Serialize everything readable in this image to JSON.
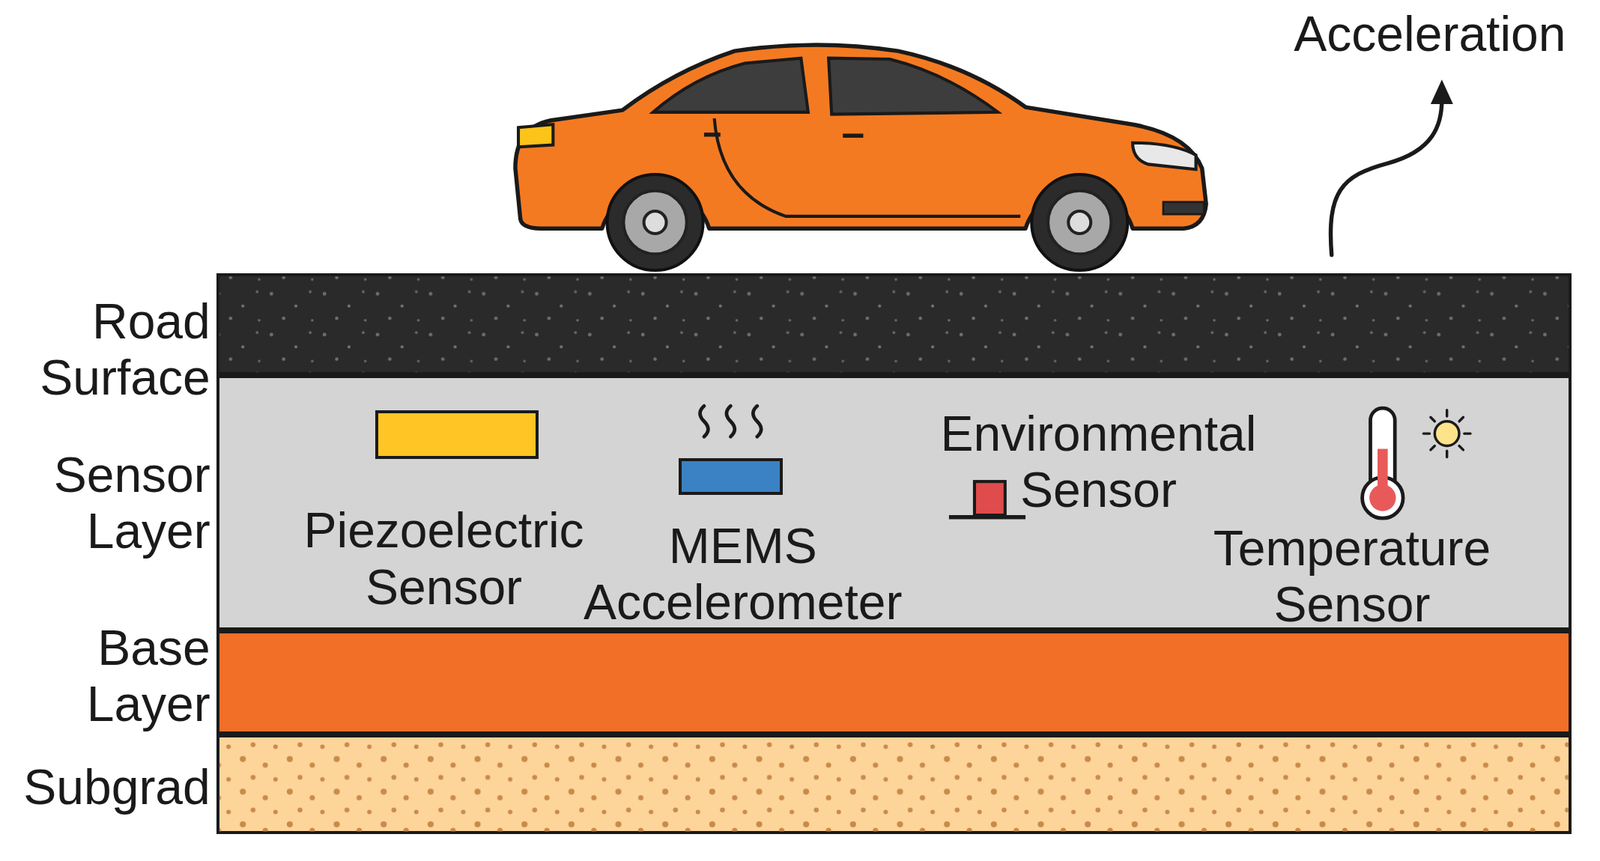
{
  "diagram": {
    "nodes": [
      {
        "text": [
          "Road Surface"
        ]
      },
      {
        "text": [
          "Sensor Layer"
        ]
      },
      {
        "text": [
          "Piezoelectric Sensor"
        ],
        "in": 1
      },
      {
        "text": [
          "MEMS Accelerometer"
        ],
        "in": 1
      },
      {
        "text": [
          "Environmental Sensor"
        ],
        "in": 1
      },
      {
        "text": [
          "Temperature Sensor"
        ],
        "in": 1
      },
      {
        "text": [
          "Base Layer"
        ]
      },
      {
        "text": [
          "Subgrad"
        ]
      }
    ],
    "labels": [
      "Acceleration"
    ]
  }
}
